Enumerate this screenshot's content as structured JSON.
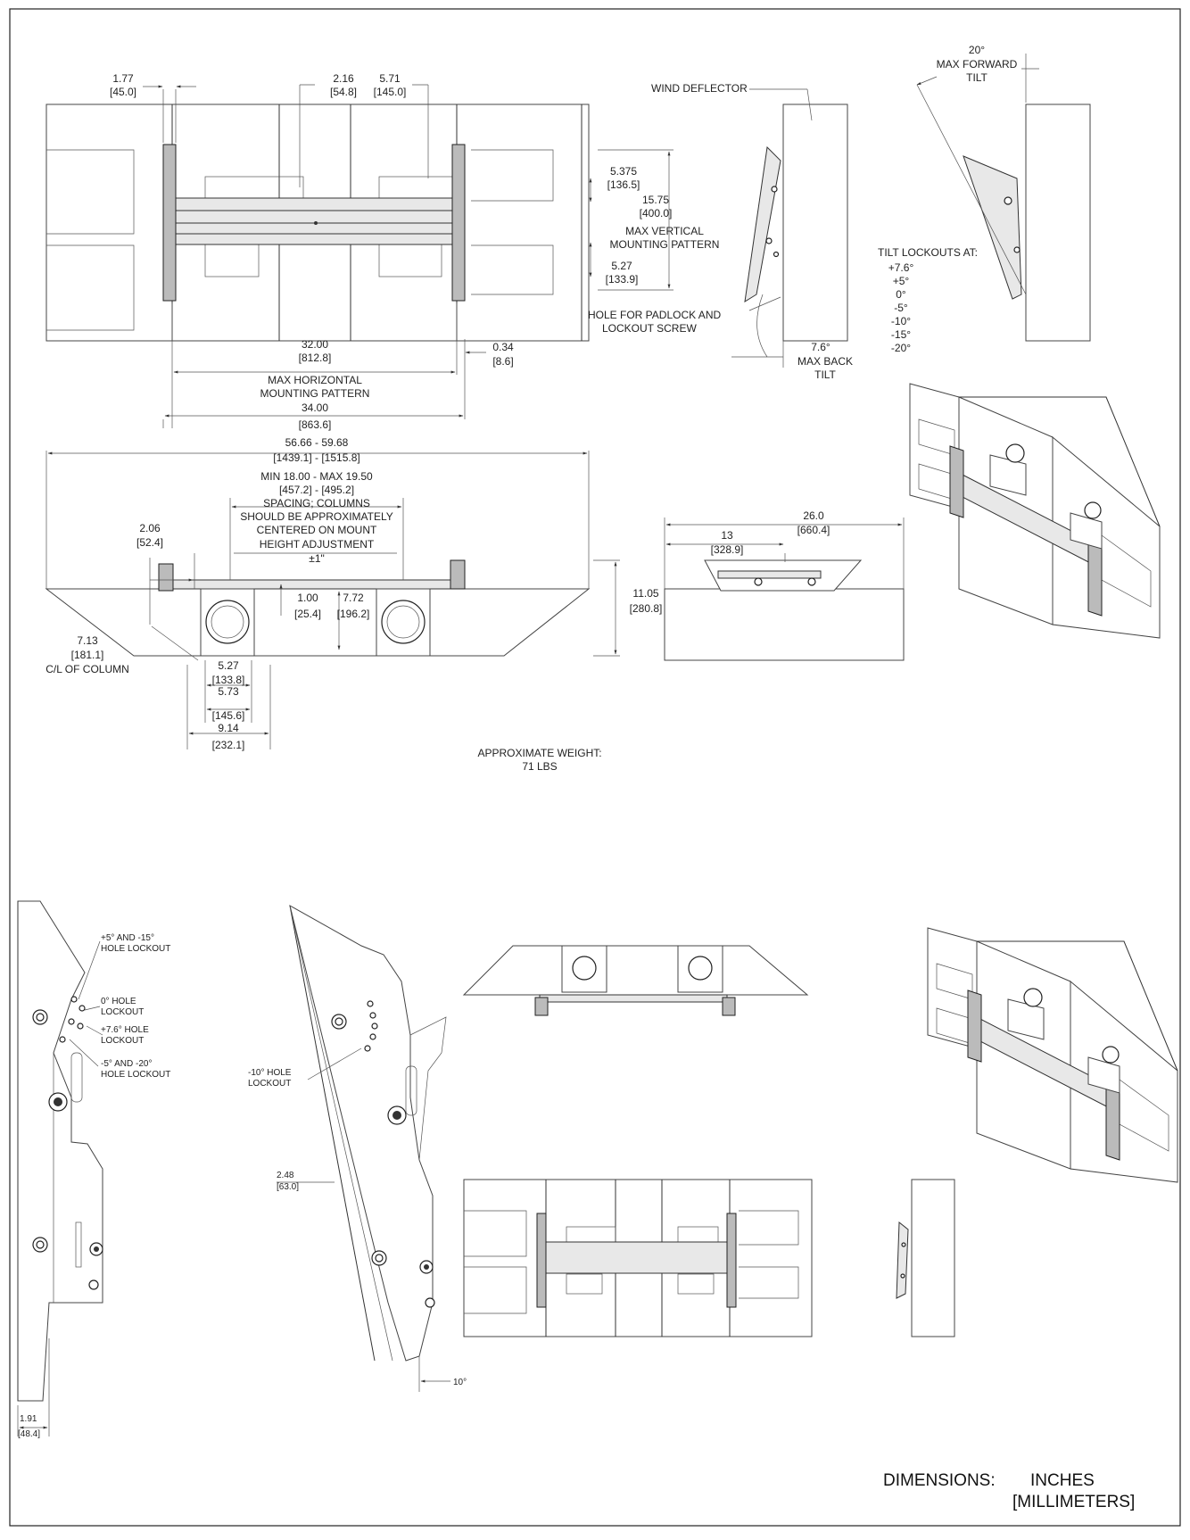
{
  "front_view": {
    "d1": [
      "1.77",
      "[45.0]"
    ],
    "d2": [
      "2.16",
      "[54.8]"
    ],
    "d3": [
      "5.71",
      "[145.0]"
    ],
    "d4": [
      "5.375",
      "[136.5]"
    ],
    "d5": [
      "15.75",
      "[400.0]"
    ],
    "d5_label": [
      "MAX VERTICAL",
      "MOUNTING PATTERN"
    ],
    "d6": [
      "5.27",
      "[133.9]"
    ],
    "d7": [
      "32.00",
      "[812.8]"
    ],
    "d7_label": [
      "MAX HORIZONTAL",
      "MOUNTING PATTERN"
    ],
    "d8": [
      "34.00",
      "[863.6]"
    ],
    "d9": [
      "0.34",
      "[8.6]"
    ]
  },
  "side_view": {
    "wind_deflector": "WIND DEFLECTOR",
    "padlock": [
      "HOLE FOR PADLOCK AND",
      "LOCKOUT SCREW"
    ],
    "back_tilt": [
      "7.6°",
      "MAX BACK",
      "TILT"
    ],
    "forward_tilt": [
      "20°",
      "MAX FORWARD",
      "TILT"
    ],
    "lockouts_title": "TILT LOCKOUTS AT:",
    "lockouts": [
      "+7.6°",
      "+5°",
      "0°",
      "-5°",
      "-10°",
      "-15°",
      "-20°"
    ]
  },
  "top_view": {
    "overall": [
      "56.66 - 59.68",
      "[1439.1] - [1515.8]"
    ],
    "spacing": [
      "MIN 18.00 - MAX 19.50",
      "[457.2] - [495.2]",
      "SPACING; COLUMNS",
      "SHOULD BE APPROXIMATELY",
      "CENTERED ON MOUNT"
    ],
    "height_adj": [
      "HEIGHT ADJUSTMENT",
      "±1\""
    ],
    "d_206": [
      "2.06",
      "[52.4]"
    ],
    "d_100": [
      "1.00",
      "[25.4]"
    ],
    "d_772": [
      "7.72",
      "[196.2]"
    ],
    "d_1105": [
      "11.05",
      "[280.8]"
    ],
    "d_713": [
      "7.13",
      "[181.1]",
      "C/L OF COLUMN"
    ],
    "d_527": [
      "5.27",
      "[133.8]"
    ],
    "d_573": [
      "5.73",
      "[145.6]"
    ],
    "d_914": [
      "9.14",
      "[232.1]"
    ]
  },
  "right_top_view": {
    "d_260": [
      "26.0",
      "[660.4]"
    ],
    "d_13": [
      "13",
      "[328.9]"
    ]
  },
  "weight": [
    "APPROXIMATE WEIGHT:",
    "71 LBS"
  ],
  "detail": {
    "l1": [
      "+5° AND -15°",
      "HOLE LOCKOUT"
    ],
    "l2": [
      "0° HOLE",
      "LOCKOUT"
    ],
    "l3": [
      "+7.6° HOLE",
      "LOCKOUT"
    ],
    "l4": [
      "-5° AND -20°",
      "HOLE LOCKOUT"
    ],
    "l5": [
      "-10° HOLE",
      "LOCKOUT"
    ],
    "d_248": [
      "2.48",
      "[63.0]"
    ],
    "d_191": [
      "1.91",
      "[48.4]"
    ],
    "angle": "10°"
  },
  "units": [
    "DIMENSIONS:",
    "INCHES",
    "[MILLIMETERS]"
  ]
}
